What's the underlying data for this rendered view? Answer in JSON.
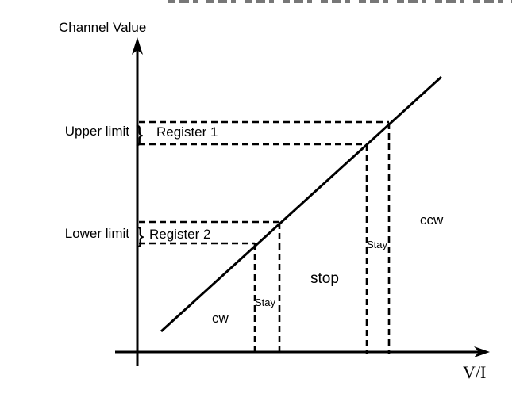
{
  "diagram": {
    "y_axis_label": "Channel Value",
    "x_axis_label": "V/I",
    "limits": {
      "upper": {
        "label": "Upper limit",
        "brace": "}",
        "register": "Register 1"
      },
      "lower": {
        "label": "Lower limit",
        "brace": "}",
        "register": "Register 2"
      }
    },
    "regions": {
      "cw": "cw",
      "stop": "stop",
      "ccw": "ccw"
    },
    "stay_labels": {
      "lower": "Stay",
      "upper": "Stay"
    },
    "colors": {
      "line": "#000000",
      "background": "#ffffff"
    }
  }
}
